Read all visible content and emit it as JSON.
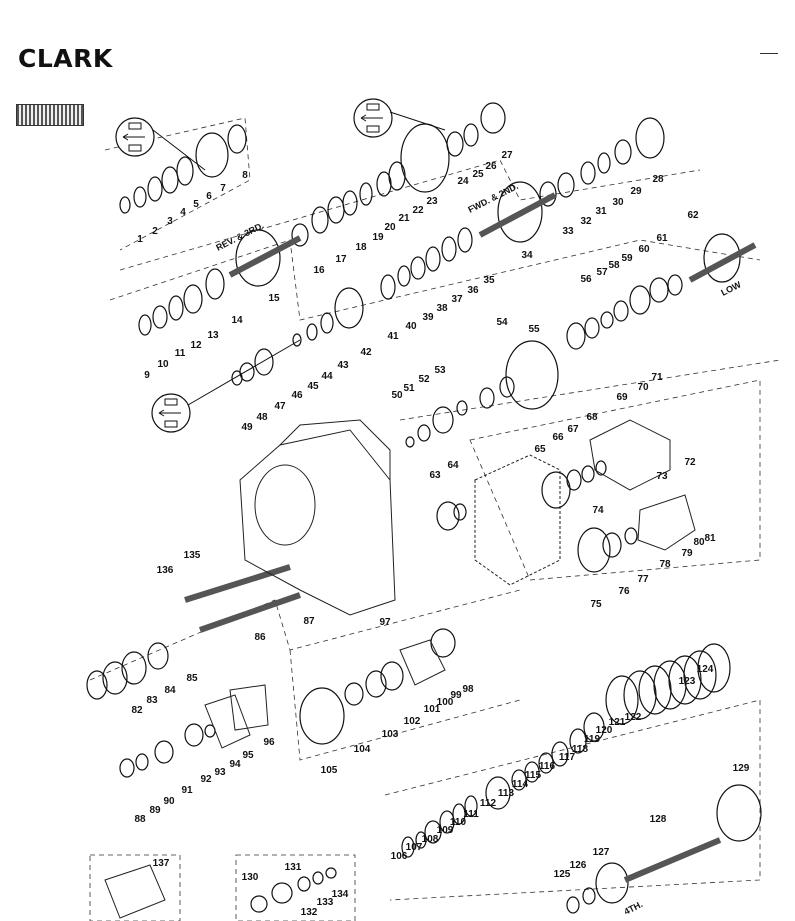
{
  "header": {
    "brand": "CLARK"
  },
  "group_labels": {
    "rev_3rd": "REV. & 3RD.",
    "fwd_2nd": "FWD. & 2ND.",
    "low": "LOW",
    "fourth": "4TH."
  },
  "icons": [
    "bearing-inset-icon"
  ],
  "part_numbers": [
    "1",
    "2",
    "3",
    "4",
    "5",
    "6",
    "7",
    "8",
    "9",
    "10",
    "11",
    "12",
    "13",
    "14",
    "15",
    "16",
    "17",
    "18",
    "19",
    "20",
    "21",
    "22",
    "23",
    "24",
    "25",
    "26",
    "27",
    "28",
    "29",
    "30",
    "31",
    "32",
    "33",
    "34",
    "35",
    "36",
    "37",
    "38",
    "39",
    "40",
    "41",
    "42",
    "43",
    "44",
    "45",
    "46",
    "47",
    "48",
    "49",
    "50",
    "51",
    "52",
    "53",
    "54",
    "55",
    "56",
    "57",
    "58",
    "59",
    "60",
    "61",
    "62",
    "63",
    "64",
    "65",
    "66",
    "67",
    "68",
    "69",
    "70",
    "71",
    "72",
    "73",
    "74",
    "75",
    "76",
    "77",
    "78",
    "79",
    "80",
    "81",
    "82",
    "83",
    "84",
    "85",
    "86",
    "87",
    "88",
    "89",
    "90",
    "91",
    "92",
    "93",
    "94",
    "95",
    "96",
    "97",
    "98",
    "99",
    "100",
    "101",
    "102",
    "103",
    "104",
    "105",
    "106",
    "107",
    "108",
    "109",
    "110",
    "111",
    "112",
    "113",
    "114",
    "115",
    "116",
    "117",
    "118",
    "119",
    "120",
    "121",
    "122",
    "123",
    "124",
    "125",
    "126",
    "127",
    "128",
    "129",
    "130",
    "131",
    "132",
    "133",
    "134",
    "135",
    "136",
    "137"
  ]
}
